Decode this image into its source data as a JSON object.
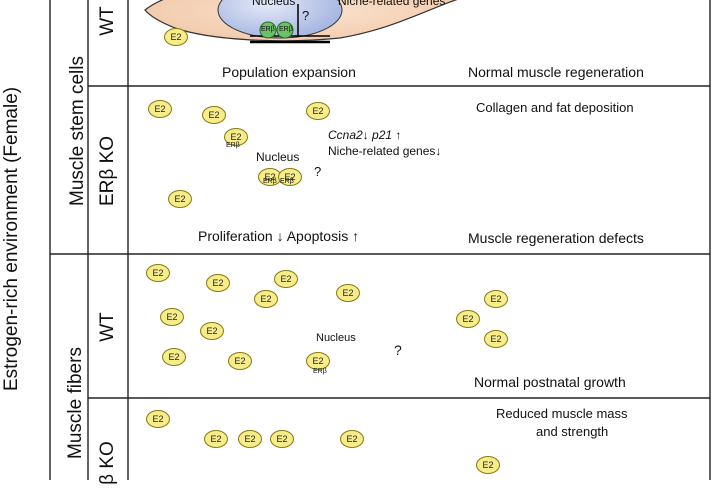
{
  "left_labels": {
    "environment": "Estrogen-rich environment (Female)",
    "muscle_stem_cells": "Muscle stem cells",
    "muscle_fibers": "Muscle fibers",
    "wt_top": "WT",
    "erb_ko_top": "ERβ KO",
    "wt_bottom": "WT",
    "erb_ko_bottom": "β KO"
  },
  "ligand": "E2",
  "receptor": "ERβ",
  "stem_wt": {
    "nucleus": "Nucleus",
    "genes": "Niche-related genes",
    "question": "?",
    "caption": "Population expansion",
    "outcome": "Normal muscle regeneration"
  },
  "stem_ko": {
    "nucleus": "Nucleus",
    "gene_line1": "Ccna2↓ p21 ↑",
    "gene_line2": "Niche-related genes↓",
    "question": "?",
    "caption": "Proliferation ↓  Apoptosis ↑",
    "deposition": "Collagen and fat deposition",
    "outcome": "Muscle regeneration defects"
  },
  "fiber_wt": {
    "nucleus": "Nucleus",
    "question": "?",
    "outcome": "Normal postnatal growth"
  },
  "fiber_ko": {
    "outcome_line1": "Reduced muscle mass",
    "outcome_line2": "and strength"
  },
  "colors": {
    "cell_fill": "#f2d0b4",
    "nucleus_fill": "#c9d4ee",
    "fiber_fill": "#e47a63",
    "fiber_nucleus": "#8a8fc9",
    "e2_fill": "#f6ec8a",
    "receptor_fill": "#6cc067",
    "arrow": "#f0c39c",
    "collagen": "#7cc05a"
  }
}
